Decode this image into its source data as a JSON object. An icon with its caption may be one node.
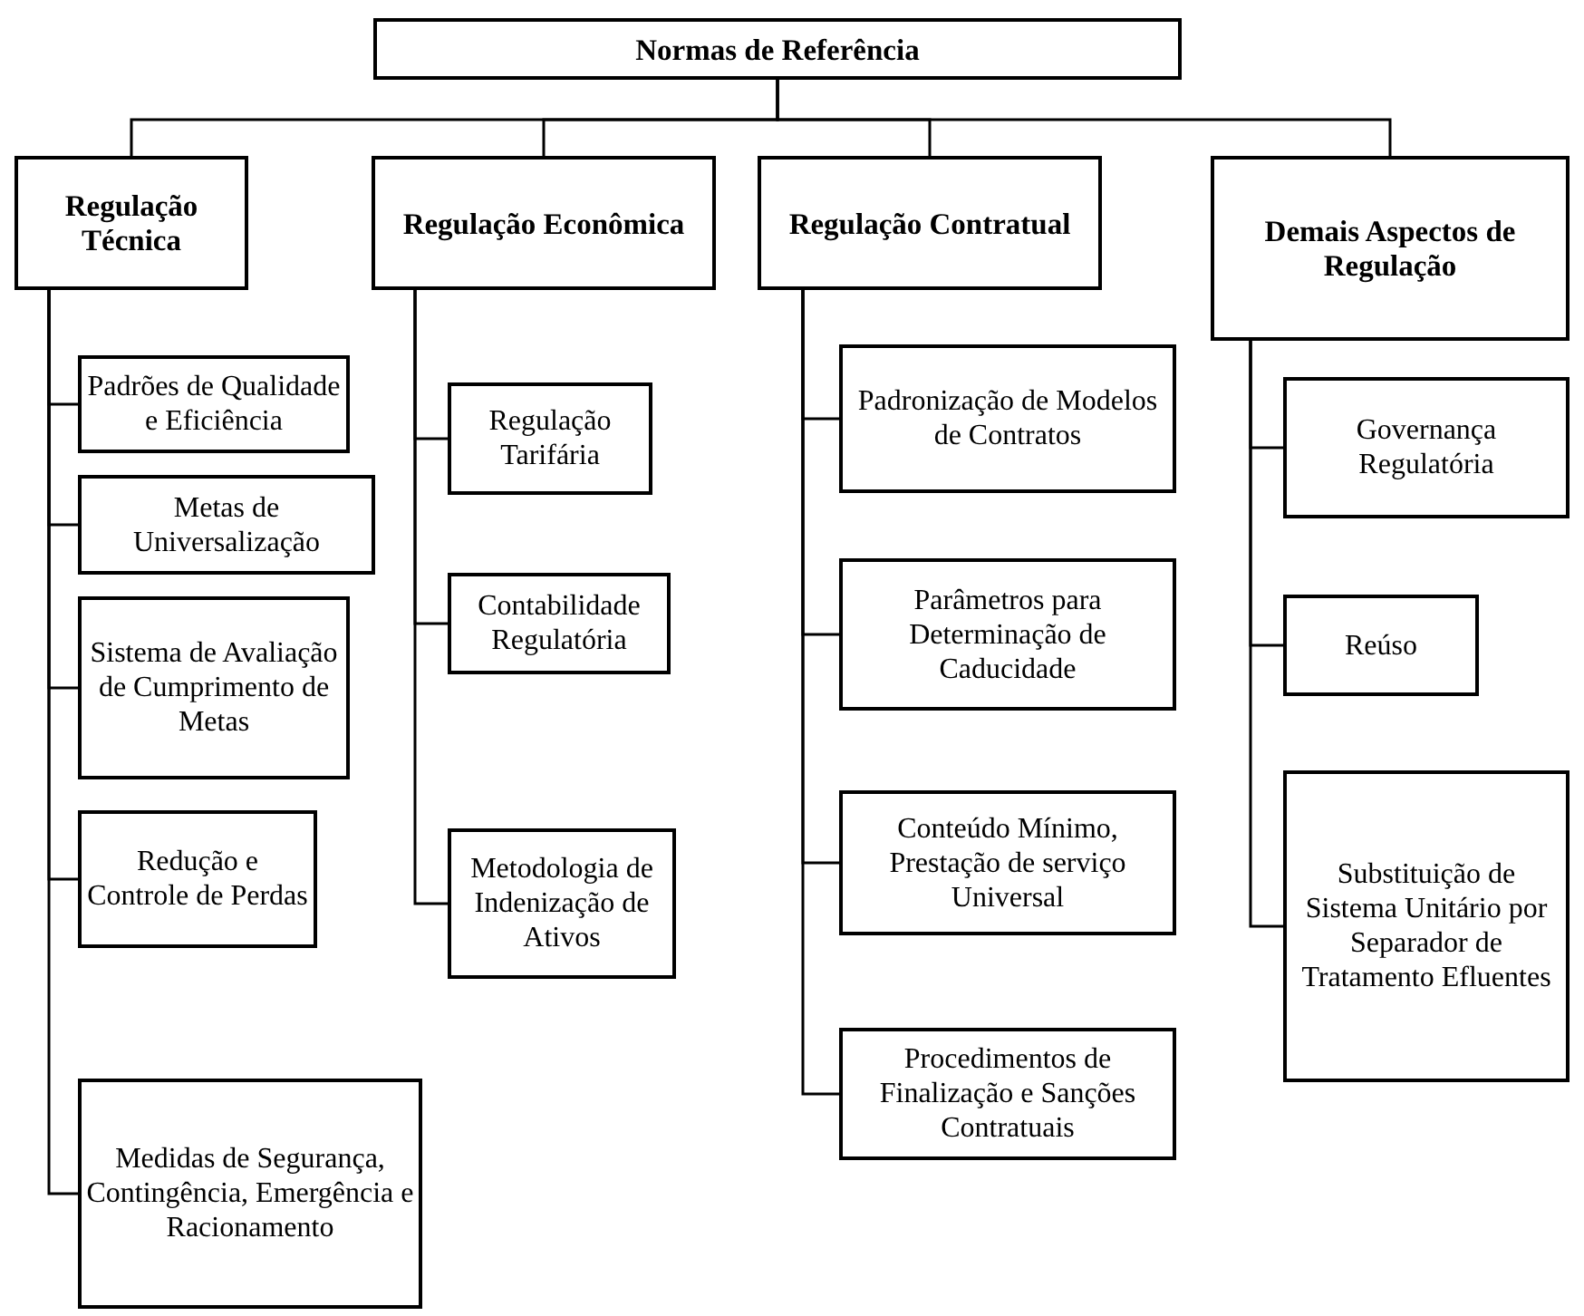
{
  "diagram": {
    "nodes": [
      {
        "text": [
          "Normas de Referência"
        ]
      },
      {
        "text": [
          "Regulação Técnica"
        ]
      },
      {
        "text": [
          "Padrões de Qualidade e Eficiência"
        ]
      },
      {
        "text": [
          "Metas de Universalização"
        ]
      },
      {
        "text": [
          "Sistema de Avaliação de Cumprimento de Metas"
        ]
      },
      {
        "text": [
          "Redução e Controle de Perdas"
        ]
      },
      {
        "text": [
          "Medidas de Segurança, Contingência, Emergência e Racionamento"
        ]
      },
      {
        "text": [
          "Regulação Econômica"
        ]
      },
      {
        "text": [
          "Regulação Tarifária"
        ]
      },
      {
        "text": [
          "Contabilidade Regulatória"
        ]
      },
      {
        "text": [
          "Metodologia de Indenização de Ativos"
        ]
      },
      {
        "text": [
          "Regulação Contratual"
        ]
      },
      {
        "text": [
          "Padronização de Modelos de Contratos"
        ]
      },
      {
        "text": [
          "Parâmetros para Determinação de Caducidade"
        ]
      },
      {
        "text": [
          "Conteúdo Mínimo, Prestação de serviço Universal"
        ]
      },
      {
        "text": [
          "Procedimentos de Finalização e Sanções Contratuais"
        ]
      },
      {
        "text": [
          "Demais Aspectos de Regulação"
        ]
      },
      {
        "text": [
          "Governança Regulatória"
        ]
      },
      {
        "text": [
          "Reúso"
        ]
      },
      {
        "text": [
          "Substituição de Sistema Unitário por Separador de Tratamento Efluentes"
        ]
      }
    ],
    "edges": [
      {
        "from": 0,
        "to": 1,
        "arrow": "none"
      },
      {
        "from": 0,
        "to": 7,
        "arrow": "none"
      },
      {
        "from": 0,
        "to": 11,
        "arrow": "none"
      },
      {
        "from": 0,
        "to": 16,
        "arrow": "none"
      },
      {
        "from": 1,
        "to": 2,
        "arrow": "none"
      },
      {
        "from": 1,
        "to": 3,
        "arrow": "none"
      },
      {
        "from": 1,
        "to": 4,
        "arrow": "none"
      },
      {
        "from": 1,
        "to": 5,
        "arrow": "none"
      },
      {
        "from": 1,
        "to": 6,
        "arrow": "none"
      },
      {
        "from": 7,
        "to": 8,
        "arrow": "none"
      },
      {
        "from": 7,
        "to": 9,
        "arrow": "none"
      },
      {
        "from": 7,
        "to": 10,
        "arrow": "none"
      },
      {
        "from": 11,
        "to": 12,
        "arrow": "none"
      },
      {
        "from": 11,
        "to": 13,
        "arrow": "none"
      },
      {
        "from": 11,
        "to": 14,
        "arrow": "none"
      },
      {
        "from": 11,
        "to": 15,
        "arrow": "none"
      },
      {
        "from": 16,
        "to": 17,
        "arrow": "none"
      },
      {
        "from": 16,
        "to": 18,
        "arrow": "none"
      },
      {
        "from": 16,
        "to": 19,
        "arrow": "none"
      }
    ]
  }
}
